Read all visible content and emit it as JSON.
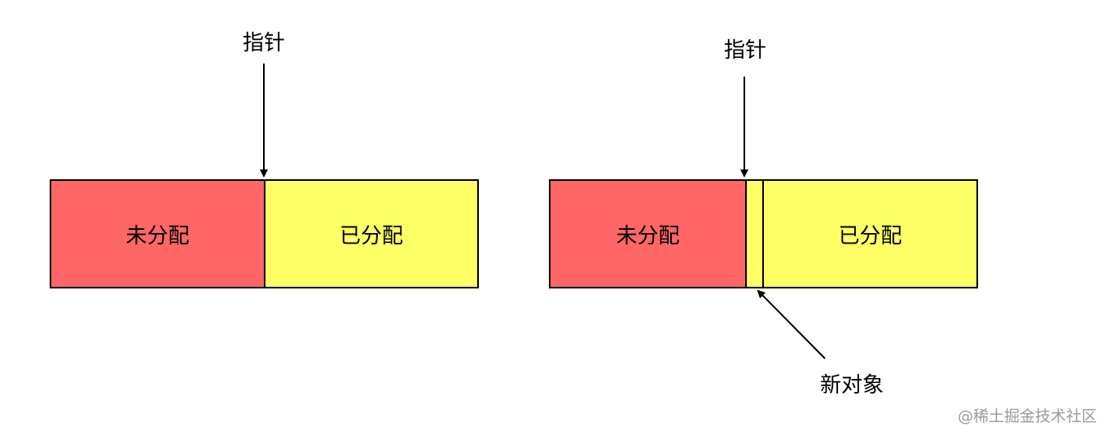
{
  "diagram": {
    "left": {
      "pointer_label": "指针",
      "unallocated_label": "未分配",
      "allocated_label": "已分配"
    },
    "right": {
      "pointer_label": "指针",
      "unallocated_label": "未分配",
      "allocated_label": "已分配",
      "new_object_label": "新对象"
    }
  },
  "colors": {
    "unallocated": "#ff6666",
    "allocated": "#ffff66",
    "stroke": "#000000",
    "watermark": "#9a9a9a"
  },
  "watermark": "@稀土掘金技术社区"
}
